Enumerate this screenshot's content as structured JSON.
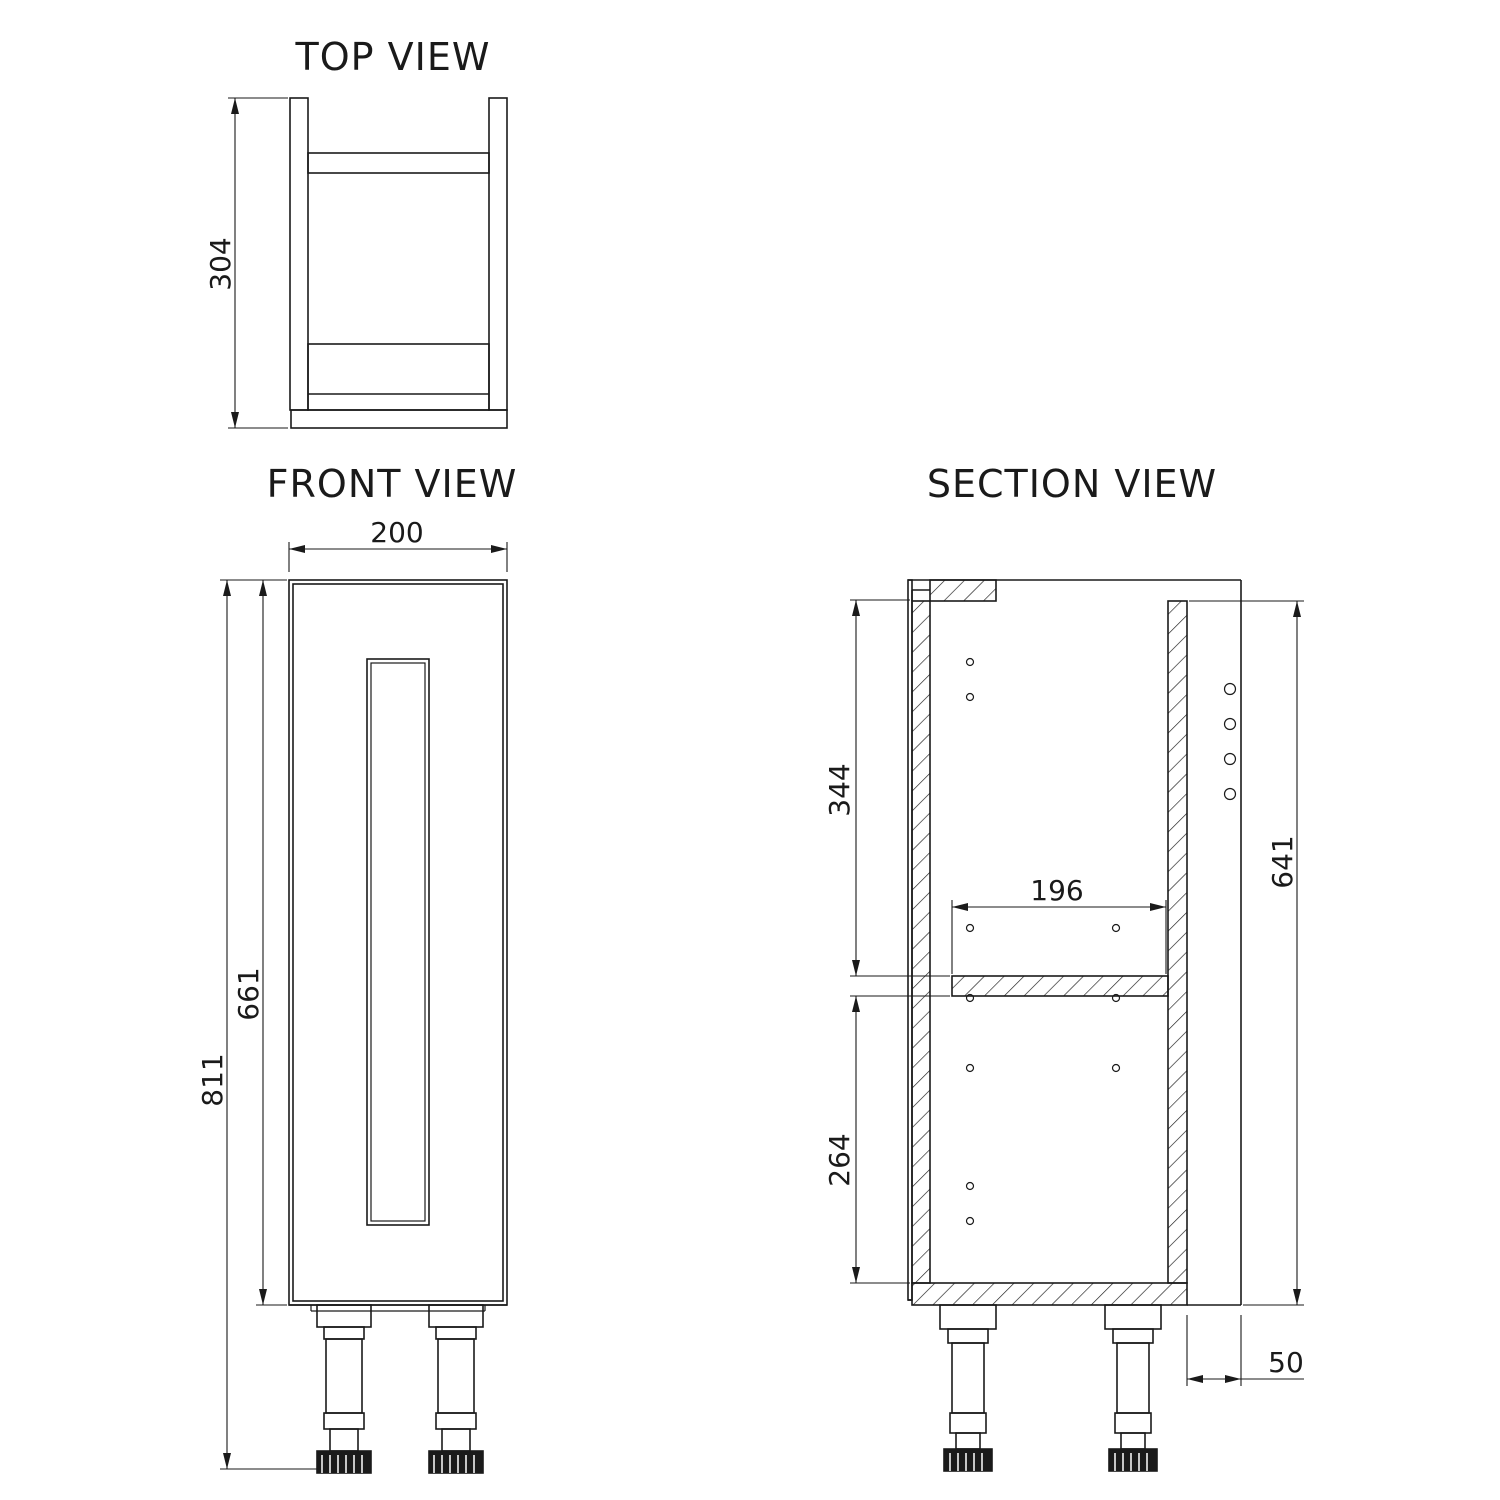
{
  "views": {
    "top": {
      "title": "TOP VIEW"
    },
    "front": {
      "title": "FRONT VIEW"
    },
    "section": {
      "title": "SECTION VIEW"
    }
  },
  "dimensions": {
    "top_depth": "304",
    "front_width": "200",
    "front_door_height": "661",
    "front_total_height": "811",
    "section_upper_space": "344",
    "section_lower_space": "264",
    "section_shelf_width": "196",
    "section_carcass_height": "641",
    "section_back_offset": "50"
  },
  "colors": {
    "line": "#1a1a1a",
    "background": "#ffffff"
  }
}
